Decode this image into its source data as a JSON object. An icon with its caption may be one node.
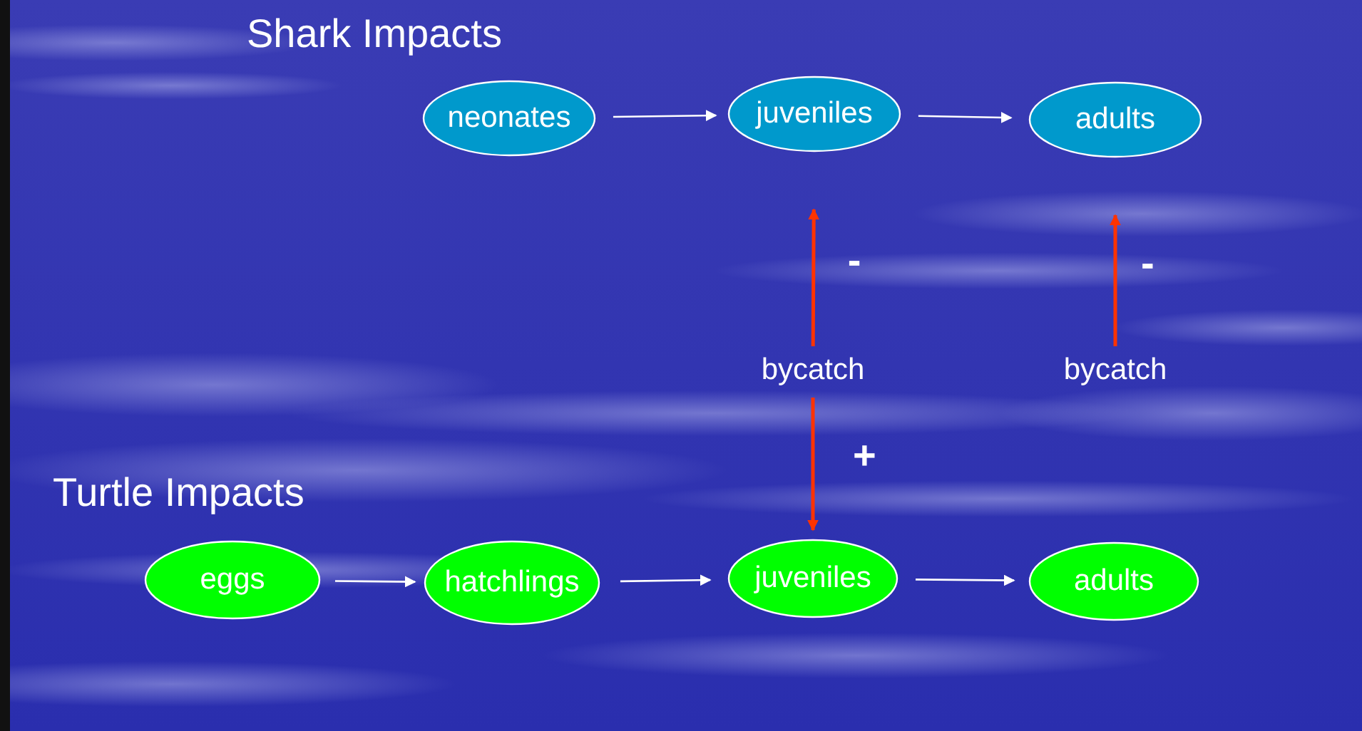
{
  "diagram": {
    "nodes": [
      {
        "text": [
          "neonates"
        ]
      },
      {
        "text": [
          "juveniles"
        ]
      },
      {
        "text": [
          "adults"
        ]
      },
      {
        "text": [
          "bycatch"
        ]
      },
      {
        "text": [
          "bycatch"
        ]
      },
      {
        "text": [
          "eggs"
        ]
      },
      {
        "text": [
          "hatchlings"
        ]
      },
      {
        "text": [
          "juveniles"
        ]
      },
      {
        "text": [
          "adults"
        ]
      }
    ],
    "edges": [
      {
        "from": 0,
        "to": 1,
        "arrow": "to"
      },
      {
        "from": 1,
        "to": 2,
        "arrow": "to"
      },
      {
        "from": 3,
        "to": 1,
        "arrow": "to",
        "label": "-",
        "color": "#ff3300"
      },
      {
        "from": 4,
        "to": 2,
        "arrow": "to",
        "label": "-",
        "color": "#ff3300"
      },
      {
        "from": 3,
        "to": 7,
        "arrow": "to",
        "label": "+",
        "color": "#ff3300"
      },
      {
        "from": 5,
        "to": 6,
        "arrow": "to"
      },
      {
        "from": 6,
        "to": 7,
        "arrow": "to"
      },
      {
        "from": 7,
        "to": 8,
        "arrow": "to"
      }
    ],
    "labels": [
      "Shark Impacts",
      "Turtle Impacts"
    ]
  }
}
